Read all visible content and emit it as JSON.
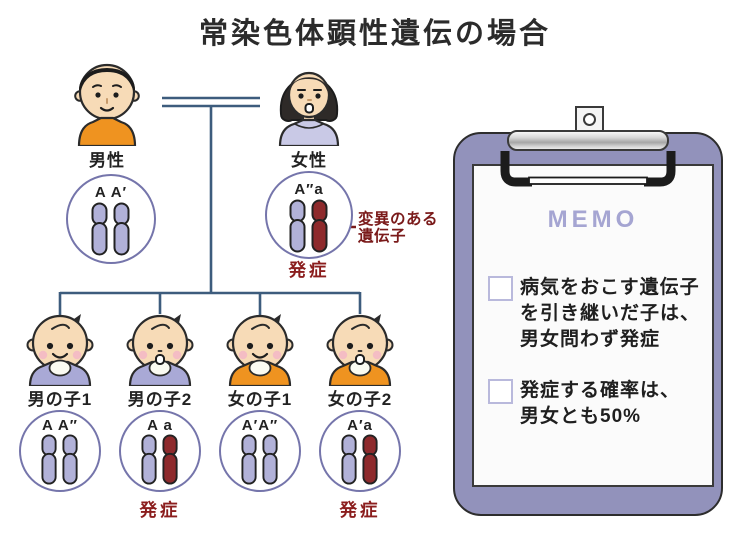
{
  "title": "常染色体顕性遺伝の場合",
  "colors": {
    "normal_chromosome": "#b1b1d8",
    "mutant_chromosome": "#8e2a2c",
    "affected_text": "#8b1e1e",
    "annotation_text": "#7a1a1a",
    "tree_line": "#3d5c7d",
    "circle_border": "#7575ab",
    "board_purple": "#9292bb",
    "memo_heading_color": "#a5a5d2",
    "male_shirt_orange": "#ef9320",
    "female_shirt_purple": "#c9c9e6"
  },
  "pedigree": {
    "father": {
      "label": "男性",
      "alleles": "A A′",
      "chromosomes": [
        "normal",
        "normal"
      ],
      "status": ""
    },
    "mother": {
      "label": "女性",
      "alleles": "A″a",
      "chromosomes": [
        "normal",
        "mutant"
      ],
      "status": "発症"
    },
    "mutation_note": "変異のある\n遺伝子",
    "children": [
      {
        "label": "男の子1",
        "alleles": "A A″",
        "chromosomes": [
          "normal",
          "normal"
        ],
        "status": ""
      },
      {
        "label": "男の子2",
        "alleles": "A a",
        "chromosomes": [
          "normal",
          "mutant"
        ],
        "status": "発症"
      },
      {
        "label": "女の子1",
        "alleles": "A′A″",
        "chromosomes": [
          "normal",
          "normal"
        ],
        "status": ""
      },
      {
        "label": "女の子2",
        "alleles": "A′a",
        "chromosomes": [
          "normal",
          "mutant"
        ],
        "status": "発症"
      }
    ]
  },
  "memo": {
    "heading": "MEMO",
    "items": [
      {
        "text": "病気をおこす遺伝子\nを引き継いだ子は、\n男女問わず発症"
      },
      {
        "text": "発症する確率は、\n男女とも50%"
      }
    ]
  }
}
